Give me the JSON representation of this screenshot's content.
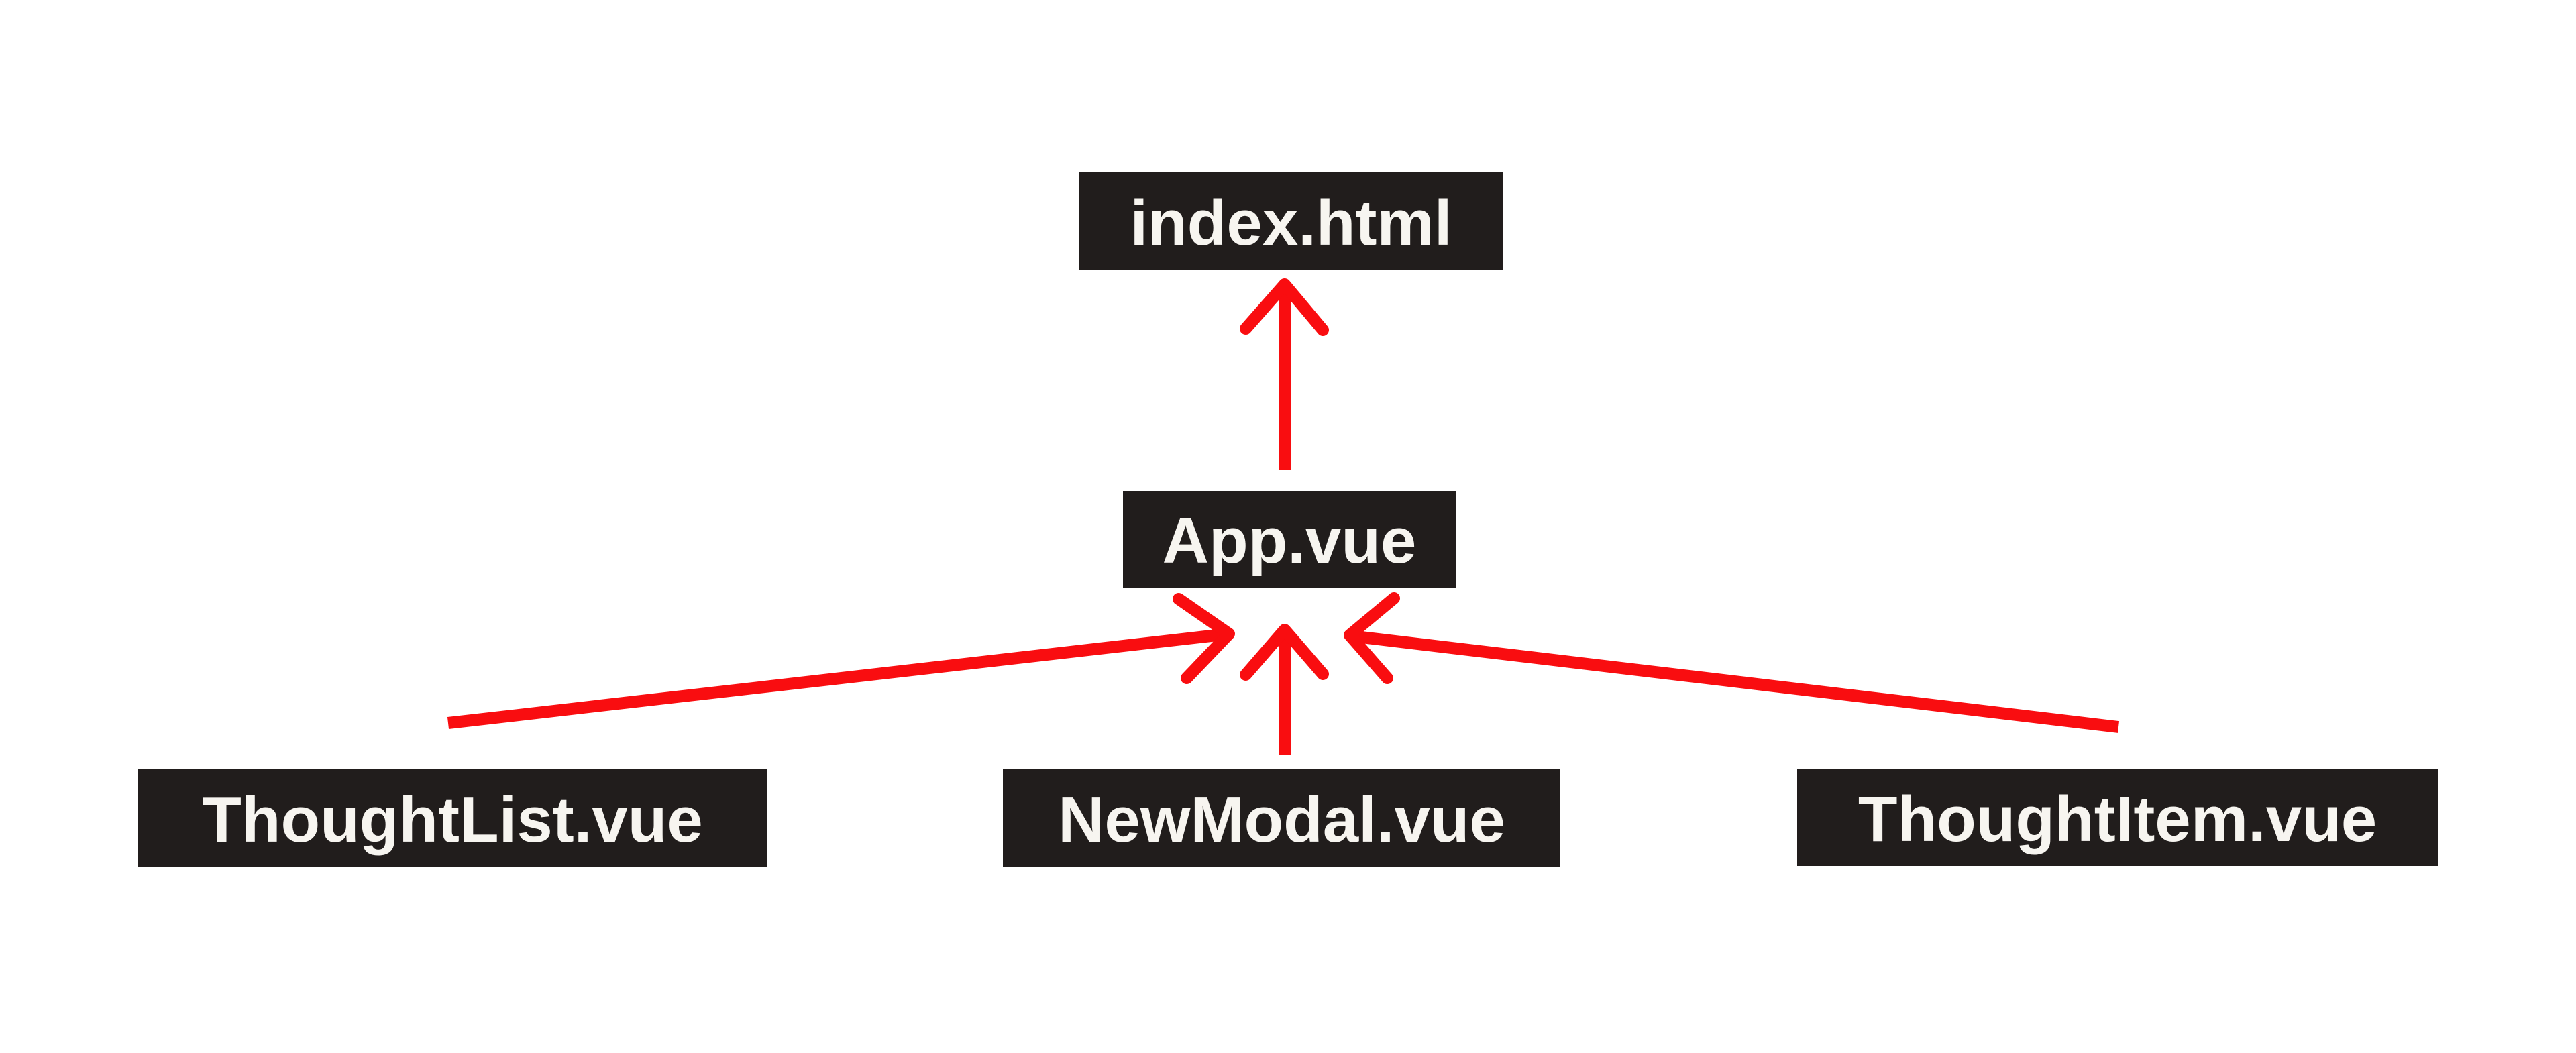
{
  "colors": {
    "page-bg": "#ffffff",
    "box-bg": "#211d1c",
    "box-text": "#f7f5f0",
    "arrow-red": "#f90d10"
  },
  "diagram": {
    "nodes": {
      "index_html": {
        "label": "index.html"
      },
      "app_vue": {
        "label": "App.vue"
      },
      "thoughtlist_vue": {
        "label": "ThoughtList.vue"
      },
      "newmodal_vue": {
        "label": "NewModal.vue"
      },
      "thoughtitem_vue": {
        "label": "ThoughtItem.vue"
      }
    },
    "edges": [
      {
        "from": "app_vue",
        "to": "index_html"
      },
      {
        "from": "thoughtlist_vue",
        "to": "app_vue"
      },
      {
        "from": "newmodal_vue",
        "to": "app_vue"
      },
      {
        "from": "thoughtitem_vue",
        "to": "app_vue"
      }
    ]
  }
}
